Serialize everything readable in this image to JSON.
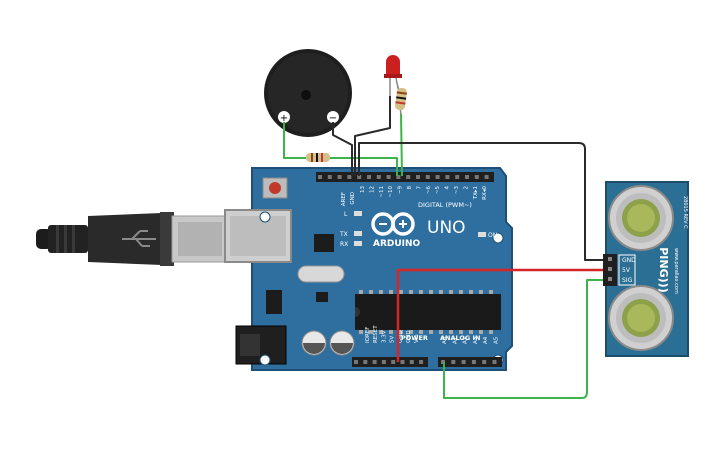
{
  "arduino": {
    "logo_text": "ARDUINO",
    "model": "UNO",
    "on_label": "ON",
    "l_label": "L",
    "tx_label": "TX",
    "rx_label": "RX",
    "digital_label": "DIGITAL (PWM~)",
    "power_label": "POWER",
    "analog_label": "ANALOG IN",
    "aref": "AREF",
    "gnd": "GND",
    "digital_pins": [
      "13",
      "12",
      "~11",
      "~10",
      "~9",
      "8",
      "7",
      "~6",
      "~5",
      "4",
      "~3",
      "2",
      "TX▸1",
      "RX◂0"
    ],
    "power_pins": [
      "IOREF",
      "RESET",
      "3.3V",
      "5V",
      "GND",
      "GND",
      "Vin"
    ],
    "analog_pins": [
      "A0",
      "A1",
      "A2",
      "A3",
      "A4",
      "A5"
    ]
  },
  "sensor": {
    "name": "PING)))",
    "rev": "28015 REV C",
    "website": "www.parallax.com",
    "pins": [
      "GND",
      "5V",
      "SIG"
    ]
  },
  "buzzer": {
    "plus": "+",
    "minus": "−"
  },
  "colors": {
    "board": "#2f6fa0",
    "board_edge": "#1d4f78",
    "wire_black": "#2a2a2a",
    "wire_green": "#3cb44a",
    "wire_red": "#d42626",
    "led": "#cc2020",
    "sensor": "#2c6f94"
  }
}
